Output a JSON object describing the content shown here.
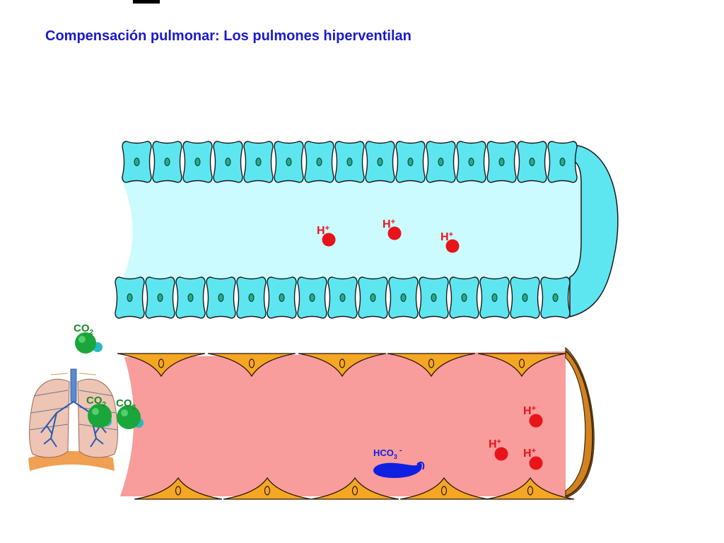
{
  "title": "Compensación pulmonar: Los pulmones hiperventilan",
  "labels": {
    "h": "H",
    "plus": "+",
    "co": "CO",
    "two": "2",
    "hco3": "HCO",
    "three": "3",
    "minus": "-"
  },
  "colors": {
    "title": "#1a1acc",
    "tubule_cell": "#5ee6f0",
    "tubule_lumen": "#ccfbff",
    "vessel_lumen": "#f99c9c",
    "endothelium": "#f5a623",
    "hydrogen": "#e8141a",
    "co2_carbon": "#1aa63a",
    "co2_oxygen": "#2ab8c2",
    "bicarbonate": "#1020e0"
  }
}
